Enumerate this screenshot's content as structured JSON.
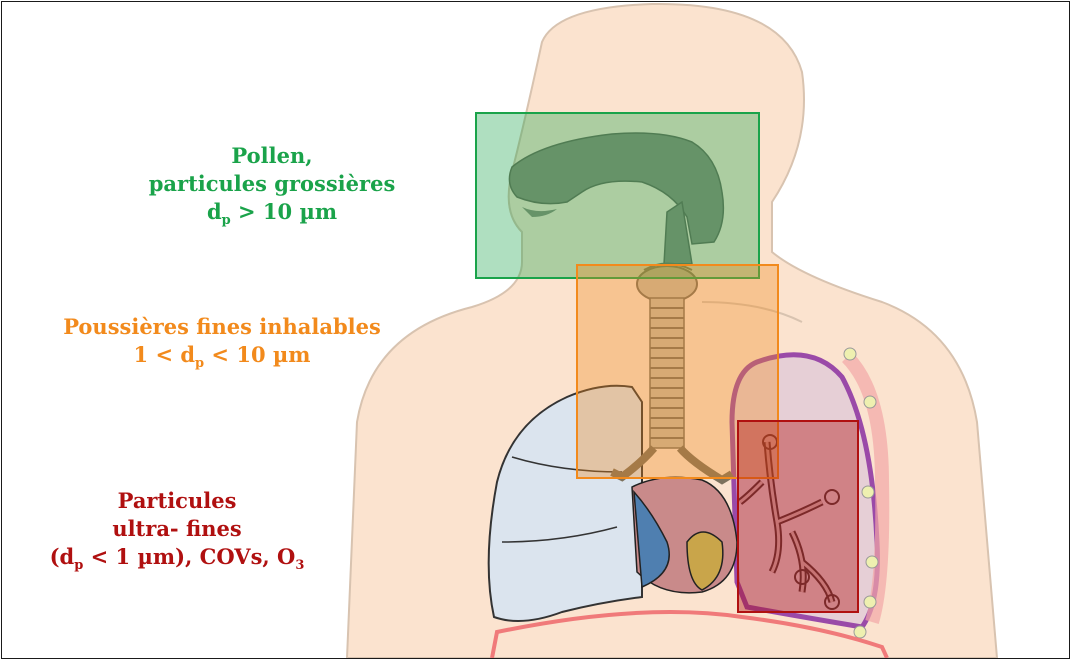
{
  "colors": {
    "coarse": "#1aa34a",
    "fine": "#f28a1c",
    "ultrafine": "#b01010",
    "skin": "#fbe3cf",
    "skin_outline": "#d8c3b0"
  },
  "labels": {
    "coarse": {
      "line1": "Pollen,",
      "line2": "particules grossières",
      "size_prefix": "d",
      "size_sub": "p",
      "size_suffix": " > 10 µm"
    },
    "fine": {
      "line1": "Poussières fines inhalables",
      "size_prefix": "1 < d",
      "size_sub": "p",
      "size_suffix": " < 10 µm"
    },
    "ultrafine": {
      "line1": "Particules",
      "line2": "ultra- fines",
      "size_prefix": "(d",
      "size_sub": "p",
      "size_mid": " < 1 µm), COVs, O",
      "size_sub2": "3"
    }
  },
  "icons": [
    "upper-airway-icon",
    "larynx-icon",
    "trachea-icon",
    "right-lung-icon",
    "left-lung-icon",
    "heart-icon",
    "bronchiole-icon",
    "diaphragm-icon"
  ]
}
